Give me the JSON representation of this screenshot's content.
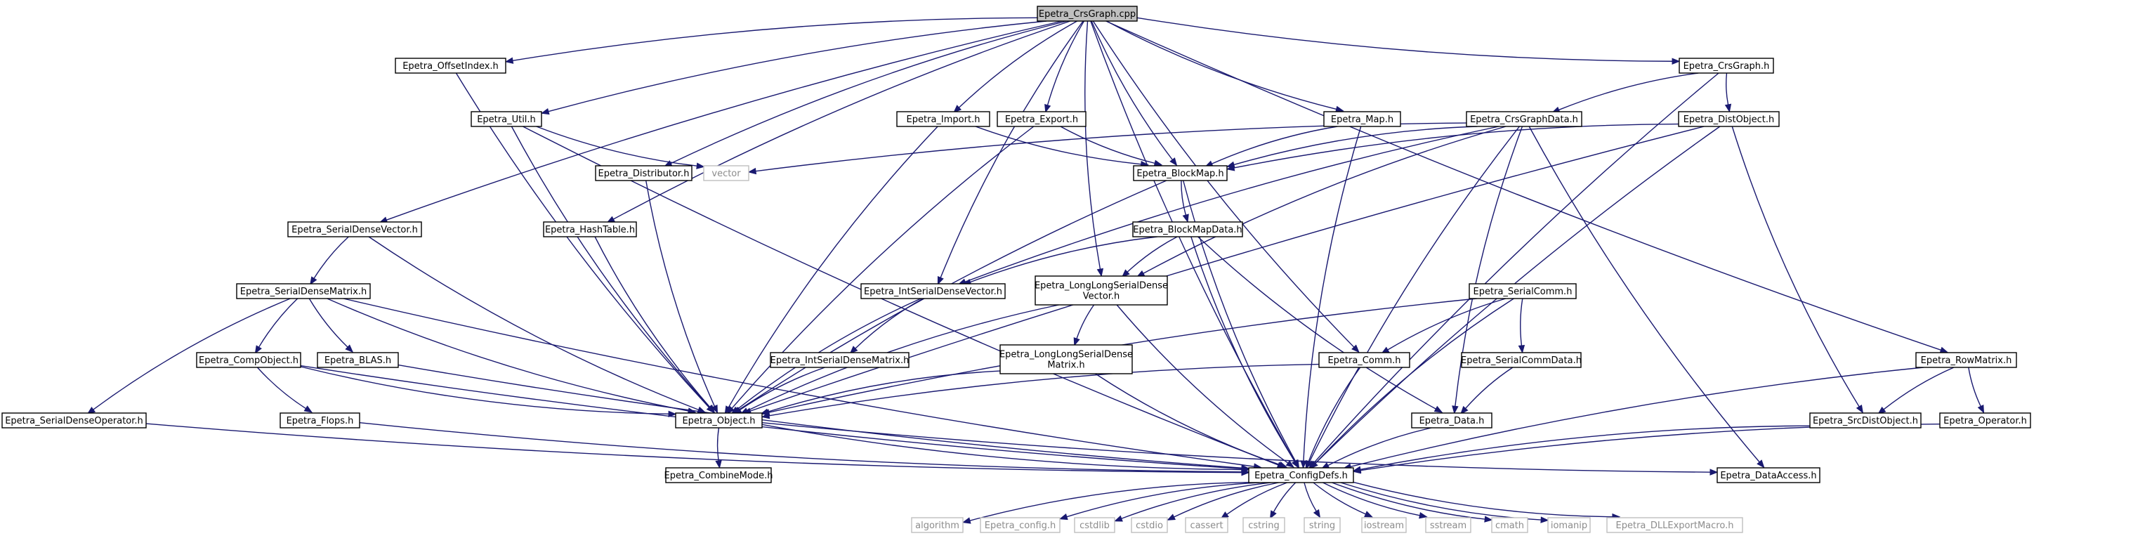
{
  "diagram": {
    "nodes": [
      {
        "id": "crsgraph_cpp",
        "label": "Epetra_CrsGraph.cpp",
        "root": true
      },
      {
        "id": "offsetindex",
        "label": "Epetra_OffsetIndex.h"
      },
      {
        "id": "crsgraph_h",
        "label": "Epetra_CrsGraph.h"
      },
      {
        "id": "util",
        "label": "Epetra_Util.h"
      },
      {
        "id": "import",
        "label": "Epetra_Import.h"
      },
      {
        "id": "export",
        "label": "Epetra_Export.h"
      },
      {
        "id": "map",
        "label": "Epetra_Map.h"
      },
      {
        "id": "crsgraphdata",
        "label": "Epetra_CrsGraphData.h"
      },
      {
        "id": "distobject",
        "label": "Epetra_DistObject.h"
      },
      {
        "id": "vector",
        "label": "vector",
        "external": true
      },
      {
        "id": "distributor",
        "label": "Epetra_Distributor.h"
      },
      {
        "id": "blockmap",
        "label": "Epetra_BlockMap.h"
      },
      {
        "id": "serialdensevector",
        "label": "Epetra_SerialDenseVector.h"
      },
      {
        "id": "hashtable",
        "label": "Epetra_HashTable.h"
      },
      {
        "id": "blockmapdata",
        "label": "Epetra_BlockMapData.h"
      },
      {
        "id": "serialdensematrix",
        "label": "Epetra_SerialDenseMatrix.h"
      },
      {
        "id": "intserialdensevector",
        "label": "Epetra_IntSerialDenseVector.h"
      },
      {
        "id": "longlongsdv",
        "label": "Epetra_LongLongSerialDense\nVector.h"
      },
      {
        "id": "serialcomm",
        "label": "Epetra_SerialComm.h"
      },
      {
        "id": "compobject",
        "label": "Epetra_CompObject.h"
      },
      {
        "id": "blas",
        "label": "Epetra_BLAS.h"
      },
      {
        "id": "intserialdensematrix",
        "label": "Epetra_IntSerialDenseMatrix.h"
      },
      {
        "id": "longlongsdm",
        "label": "Epetra_LongLongSerialDense\nMatrix.h"
      },
      {
        "id": "comm",
        "label": "Epetra_Comm.h"
      },
      {
        "id": "serialcommdata",
        "label": "Epetra_SerialCommData.h"
      },
      {
        "id": "rowmatrix",
        "label": "Epetra_RowMatrix.h"
      },
      {
        "id": "serialdenseoperator",
        "label": "Epetra_SerialDenseOperator.h"
      },
      {
        "id": "flops",
        "label": "Epetra_Flops.h"
      },
      {
        "id": "object",
        "label": "Epetra_Object.h"
      },
      {
        "id": "data",
        "label": "Epetra_Data.h"
      },
      {
        "id": "srcdistobject",
        "label": "Epetra_SrcDistObject.h"
      },
      {
        "id": "operator",
        "label": "Epetra_Operator.h"
      },
      {
        "id": "combinemode",
        "label": "Epetra_CombineMode.h"
      },
      {
        "id": "configdefs",
        "label": "Epetra_ConfigDefs.h"
      },
      {
        "id": "dataaccess",
        "label": "Epetra_DataAccess.h"
      },
      {
        "id": "algorithm",
        "label": "algorithm",
        "external": true
      },
      {
        "id": "epetra_config",
        "label": "Epetra_config.h",
        "external": true
      },
      {
        "id": "cstdlib",
        "label": "cstdlib",
        "external": true
      },
      {
        "id": "cstdio",
        "label": "cstdio",
        "external": true
      },
      {
        "id": "cassert",
        "label": "cassert",
        "external": true
      },
      {
        "id": "cstring",
        "label": "cstring",
        "external": true
      },
      {
        "id": "string",
        "label": "string",
        "external": true
      },
      {
        "id": "iostream",
        "label": "iostream",
        "external": true
      },
      {
        "id": "sstream",
        "label": "sstream",
        "external": true
      },
      {
        "id": "cmath",
        "label": "cmath",
        "external": true
      },
      {
        "id": "iomanip",
        "label": "iomanip",
        "external": true
      },
      {
        "id": "dllexportmacro",
        "label": "Epetra_DLLExportMacro.h",
        "external": true
      }
    ],
    "edges": [
      [
        "crsgraph_cpp",
        "offsetindex"
      ],
      [
        "crsgraph_cpp",
        "crsgraph_h"
      ],
      [
        "crsgraph_cpp",
        "util"
      ],
      [
        "crsgraph_cpp",
        "import"
      ],
      [
        "crsgraph_cpp",
        "export"
      ],
      [
        "crsgraph_cpp",
        "map"
      ],
      [
        "crsgraph_cpp",
        "distributor"
      ],
      [
        "crsgraph_cpp",
        "blockmap"
      ],
      [
        "crsgraph_cpp",
        "serialdensevector"
      ],
      [
        "crsgraph_cpp",
        "hashtable"
      ],
      [
        "crsgraph_cpp",
        "intserialdensevector"
      ],
      [
        "crsgraph_cpp",
        "longlongsdv"
      ],
      [
        "crsgraph_cpp",
        "comm"
      ],
      [
        "crsgraph_cpp",
        "rowmatrix"
      ],
      [
        "crsgraph_cpp",
        "configdefs"
      ],
      [
        "offsetindex",
        "object"
      ],
      [
        "crsgraph_h",
        "crsgraphdata"
      ],
      [
        "crsgraph_h",
        "distobject"
      ],
      [
        "crsgraph_h",
        "configdefs"
      ],
      [
        "util",
        "vector"
      ],
      [
        "util",
        "object"
      ],
      [
        "util",
        "configdefs"
      ],
      [
        "import",
        "blockmap"
      ],
      [
        "import",
        "object"
      ],
      [
        "export",
        "blockmap"
      ],
      [
        "export",
        "object"
      ],
      [
        "map",
        "blockmap"
      ],
      [
        "map",
        "configdefs"
      ],
      [
        "crsgraphdata",
        "vector"
      ],
      [
        "crsgraphdata",
        "blockmap"
      ],
      [
        "crsgraphdata",
        "intserialdensevector"
      ],
      [
        "crsgraphdata",
        "longlongsdv"
      ],
      [
        "crsgraphdata",
        "data"
      ],
      [
        "crsgraphdata",
        "configdefs"
      ],
      [
        "crsgraphdata",
        "dataaccess"
      ],
      [
        "distobject",
        "blockmap"
      ],
      [
        "distobject",
        "object"
      ],
      [
        "distobject",
        "srcdistobject"
      ],
      [
        "distobject",
        "configdefs"
      ],
      [
        "distributor",
        "object"
      ],
      [
        "blockmap",
        "blockmapdata"
      ],
      [
        "blockmap",
        "object"
      ],
      [
        "blockmap",
        "configdefs"
      ],
      [
        "serialdensevector",
        "serialdensematrix"
      ],
      [
        "serialdensevector",
        "object"
      ],
      [
        "hashtable",
        "object"
      ],
      [
        "blockmapdata",
        "intserialdensevector"
      ],
      [
        "blockmapdata",
        "longlongsdv"
      ],
      [
        "blockmapdata",
        "data"
      ],
      [
        "blockmapdata",
        "configdefs"
      ],
      [
        "serialdensematrix",
        "compobject"
      ],
      [
        "serialdensematrix",
        "blas"
      ],
      [
        "serialdensematrix",
        "serialdenseoperator"
      ],
      [
        "serialdensematrix",
        "object"
      ],
      [
        "serialdensematrix",
        "configdefs"
      ],
      [
        "intserialdensevector",
        "intserialdensematrix"
      ],
      [
        "intserialdensevector",
        "object"
      ],
      [
        "longlongsdv",
        "longlongsdm"
      ],
      [
        "longlongsdv",
        "object"
      ],
      [
        "longlongsdv",
        "configdefs"
      ],
      [
        "serialcomm",
        "comm"
      ],
      [
        "serialcomm",
        "serialcommdata"
      ],
      [
        "serialcomm",
        "object"
      ],
      [
        "serialcomm",
        "configdefs"
      ],
      [
        "compobject",
        "flops"
      ],
      [
        "compobject",
        "object"
      ],
      [
        "compobject",
        "configdefs"
      ],
      [
        "blas",
        "configdefs"
      ],
      [
        "intserialdensematrix",
        "object"
      ],
      [
        "longlongsdm",
        "object"
      ],
      [
        "longlongsdm",
        "configdefs"
      ],
      [
        "comm",
        "object"
      ],
      [
        "comm",
        "configdefs"
      ],
      [
        "serialcommdata",
        "data"
      ],
      [
        "rowmatrix",
        "srcdistobject"
      ],
      [
        "rowmatrix",
        "operator"
      ],
      [
        "rowmatrix",
        "configdefs"
      ],
      [
        "serialdenseoperator",
        "configdefs"
      ],
      [
        "flops",
        "configdefs"
      ],
      [
        "object",
        "combinemode"
      ],
      [
        "object",
        "configdefs"
      ],
      [
        "object",
        "dataaccess"
      ],
      [
        "data",
        "configdefs"
      ],
      [
        "srcdistobject",
        "configdefs"
      ],
      [
        "operator",
        "configdefs"
      ],
      [
        "configdefs",
        "algorithm"
      ],
      [
        "configdefs",
        "epetra_config"
      ],
      [
        "configdefs",
        "cstdlib"
      ],
      [
        "configdefs",
        "cstdio"
      ],
      [
        "configdefs",
        "cassert"
      ],
      [
        "configdefs",
        "cstring"
      ],
      [
        "configdefs",
        "string"
      ],
      [
        "configdefs",
        "iostream"
      ],
      [
        "configdefs",
        "sstream"
      ],
      [
        "configdefs",
        "cmath"
      ],
      [
        "configdefs",
        "iomanip"
      ],
      [
        "configdefs",
        "dllexportmacro"
      ]
    ]
  }
}
